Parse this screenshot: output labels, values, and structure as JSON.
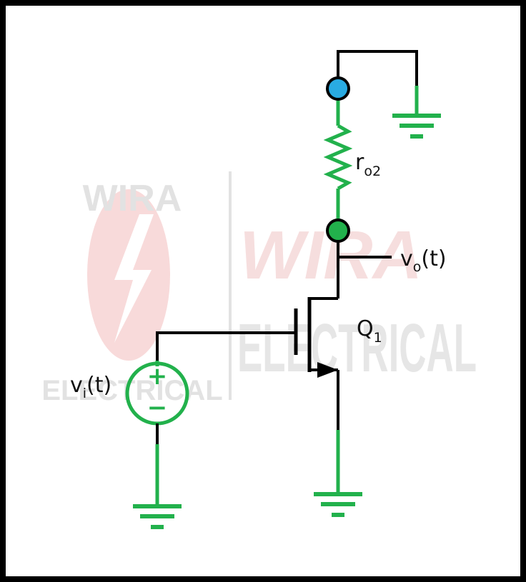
{
  "watermark": {
    "small_top": "WIRA",
    "small_bottom": "ELECTRICAL",
    "large_top": "WIRA",
    "large_bottom": "ELECTRICAL"
  },
  "labels": {
    "ro2_main": "r",
    "ro2_sub": "o2",
    "vo_main": "v",
    "vo_sub": "o",
    "vo_tail": "(t)",
    "q1_main": "Q",
    "q1_sub": "1",
    "vi_main": "v",
    "vi_sub": "i",
    "vi_tail": "(t)"
  },
  "source_signs": {
    "plus": "+",
    "minus": "−"
  },
  "colors": {
    "wire": "#000000",
    "green": "#22b14c",
    "top_node": "#29abe2",
    "output_node": "#22b14c",
    "frame": "#000000",
    "watermark": "#e2e2e2",
    "watermark_logo": "#f6d5d5"
  }
}
